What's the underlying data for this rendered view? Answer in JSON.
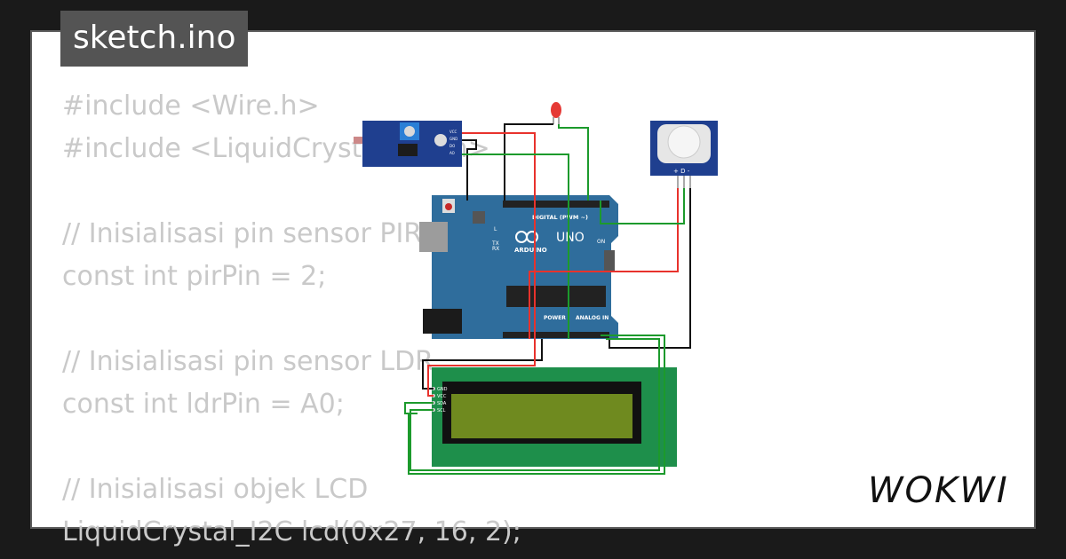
{
  "file_tab": {
    "name": "sketch.ino"
  },
  "code_lines": [
    "#include <Wire.h>",
    "#include <LiquidCrystal_I2C.h>",
    "",
    "// Inisialisasi pin sensor PIR",
    "const int pirPin = 2;",
    "",
    "// Inisialisasi pin sensor LDR",
    "const int ldrPin = A0;",
    "",
    "// Inisialisasi objek LCD",
    "LiquidCrystal_I2C lcd(0x27, 16, 2);"
  ],
  "brand": {
    "name": "WOKWI"
  },
  "colors": {
    "background": "#1a1a1a",
    "card": "#ffffff",
    "tab": "#545454",
    "code_text": "#c9c9c9",
    "board": "#2f6d9c",
    "lcd_pcb": "#1e8f4b",
    "lcd_screen": "#6f8a1f",
    "wire_red": "#e8322c",
    "wire_black": "#111111",
    "wire_green": "#1c9a2c",
    "sensor_module": "#1f3f8f"
  },
  "components": {
    "arduino": {
      "model_label": "UNO",
      "brand_label": "ARDUINO",
      "digital_label": "DIGITAL (PWM ~)",
      "power_label": "POWER",
      "analog_label": "ANALOG IN",
      "tx_label": "TX",
      "rx_label": "RX",
      "l_label": "L",
      "on_label": "ON"
    },
    "pir": {
      "pin_labels": "+ D -"
    },
    "lcd": {
      "pin_labels": [
        "GND",
        "VCC",
        "SDA",
        "SCL"
      ]
    },
    "ldr": {
      "pin_labels": [
        "VCC",
        "GND",
        "DO",
        "AO"
      ]
    }
  }
}
